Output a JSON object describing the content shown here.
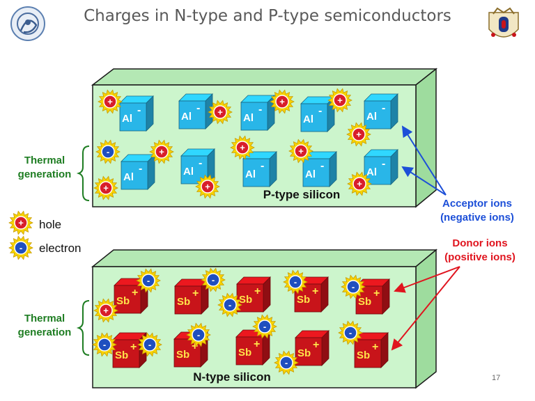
{
  "slide": {
    "title": "Charges in N-type and P-type semiconductors",
    "page_number": "17"
  },
  "ptype": {
    "label": "P-type silicon",
    "ion_symbol": "Al",
    "ion_charge": "-",
    "ion_color": "#29b6e8",
    "thermal_label_line1": "Thermal",
    "thermal_label_line2": "generation"
  },
  "ntype": {
    "label": "N-type silicon",
    "ion_symbol": "Sb",
    "ion_charge": "+",
    "ion_color": "#c8141a",
    "thermal_label_line1": "Thermal",
    "thermal_label_line2": "generation"
  },
  "annotations": {
    "acceptor_line1": "Acceptor ions",
    "acceptor_line2": "(negative ions)",
    "donor_line1": "Donor ions",
    "donor_line2": "(positive ions)"
  },
  "legend": {
    "hole_label": "hole",
    "electron_label": "electron",
    "hole_sign": "+",
    "electron_sign": "-"
  },
  "colors": {
    "box_fill": "#ccf5cc",
    "hole_fill": "#d81e2a",
    "electron_fill": "#1f4fbf",
    "starburst_fill": "#f7d200",
    "text_green": "#1e7d22",
    "text_blue": "#1c4fd8",
    "text_red": "#e0141e"
  }
}
